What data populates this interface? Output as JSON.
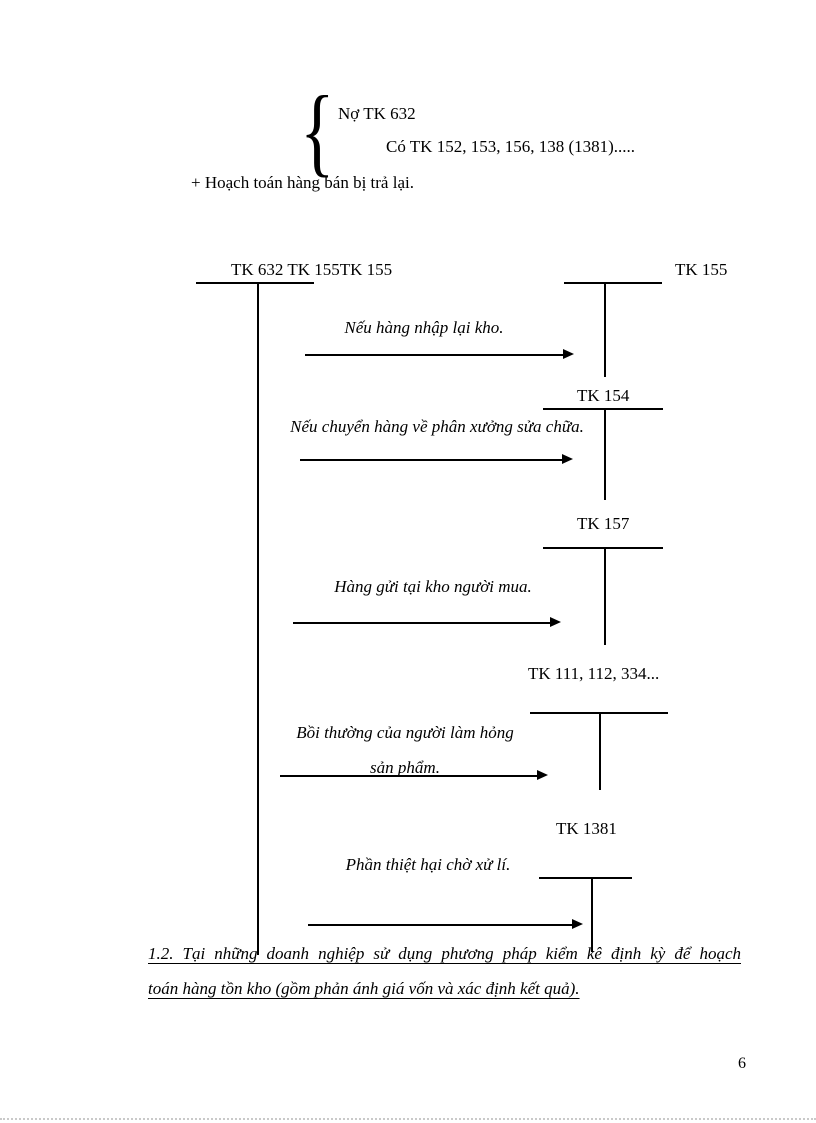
{
  "top": {
    "brace_glyph": "{",
    "debit_line": "Nợ TK 632",
    "credit_line": "Có TK 152, 153, 156, 138 (1381).....",
    "note": "+ Hoạch toán hàng bán bị trả lại."
  },
  "diagram": {
    "left_account_label": "TK 632 TK 155TK 155",
    "rows": [
      {
        "account": "TK 155",
        "caption": "Nếu hàng nhập lại kho."
      },
      {
        "account": "TK 154",
        "caption": "Nếu chuyển hàng về phân xưởng sửa chữa."
      },
      {
        "account": "TK 157",
        "caption": "Hàng gửi tại kho người mua."
      },
      {
        "account": "TK 111, 112, 334...",
        "caption": "Bồi thường của người làm hỏng",
        "caption_line2": "sản phẩm."
      },
      {
        "account": "TK 1381",
        "caption": "Phần thiệt hại chờ xử lí."
      }
    ]
  },
  "footer": {
    "heading_line1": "1.2. Tại những doanh nghiệp sử dụng phương pháp kiểm kê định kỳ để hoạch",
    "heading_line2": "toán hàng tồn kho (gồm phản ánh giá vốn và xác định kết quả).",
    "page_number": "6"
  }
}
